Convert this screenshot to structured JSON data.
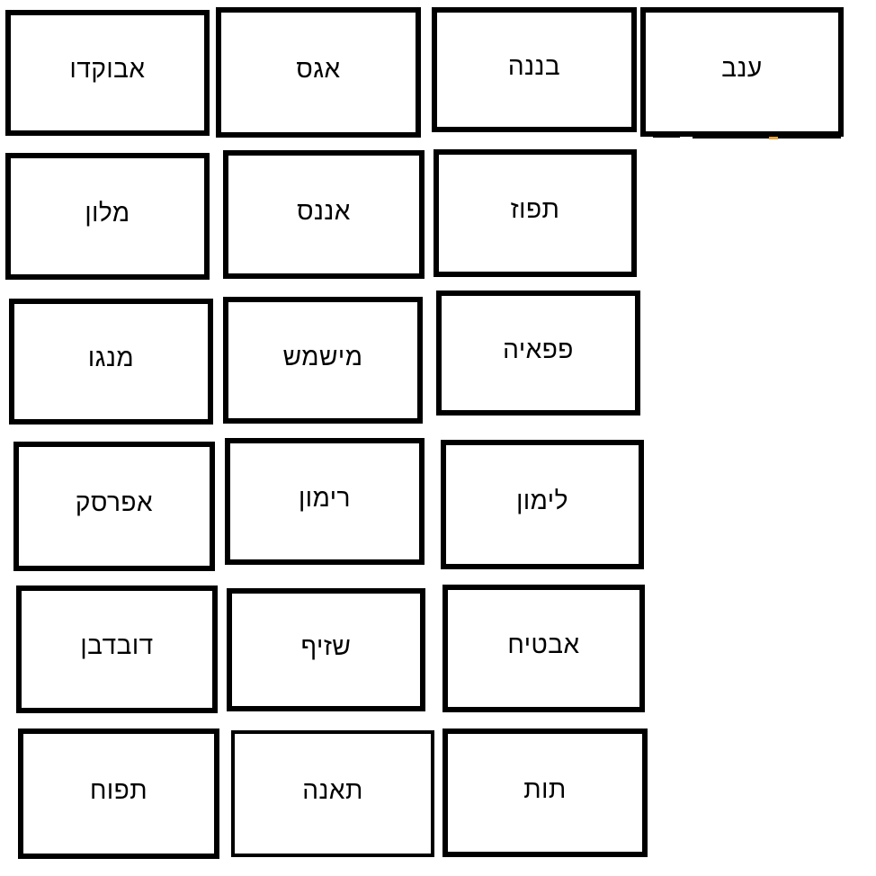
{
  "board": {
    "background_color": "#ffffff",
    "card_border_color": "#000000",
    "card_fill_color": "#ffffff",
    "text_color": "#000000",
    "stray_mark_color": "#e8a33d",
    "rows": 6,
    "card_count": 19
  },
  "cards": [
    {
      "label": "אבוקדו"
    },
    {
      "label": "אגס"
    },
    {
      "label": "בננה"
    },
    {
      "label": "ענב"
    },
    {
      "label": "מלון"
    },
    {
      "label": "אננס"
    },
    {
      "label": "תפוז"
    },
    {
      "label": "מנגו"
    },
    {
      "label": "מישמש"
    },
    {
      "label": "פפאיה"
    },
    {
      "label": "אפרסק"
    },
    {
      "label": "רימון"
    },
    {
      "label": "לימון"
    },
    {
      "label": "דובדבן"
    },
    {
      "label": "שזיף"
    },
    {
      "label": "אבטיח"
    },
    {
      "label": "תפוח"
    },
    {
      "label": "תאנה"
    },
    {
      "label": "תות"
    }
  ]
}
